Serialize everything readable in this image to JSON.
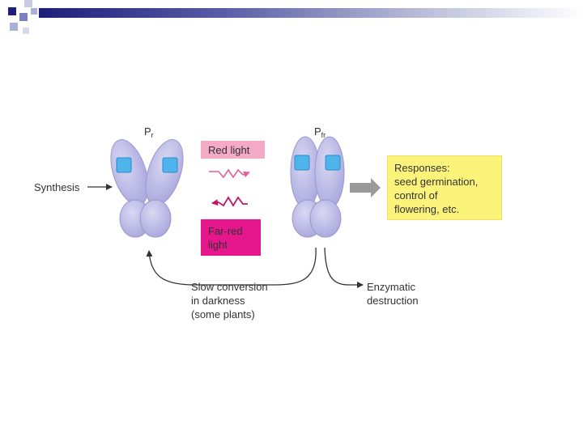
{
  "slide": {
    "labels": {
      "pr_base": "P",
      "pr_sub": "r",
      "pfr_base": "P",
      "pfr_sub": "fr",
      "red_light": "Red light",
      "far_red_light": "Far-red\nlight",
      "synthesis": "Synthesis",
      "responses": "Responses:\nseed germination,\ncontrol of\nflowering, etc.",
      "slow_conversion": "Slow conversion\nin darkness\n(some plants)",
      "enzymatic_destruction": "Enzymatic\ndestruction"
    },
    "colors": {
      "header_navy": "#1b1f7a",
      "protein_lavender": "#b9b8e6",
      "chromophore_blue": "#4fb3ec",
      "red_light_box": "#f4a9c4",
      "far_red_box": "#e6168c",
      "response_box": "#fbf37a",
      "arrow_gray": "#9a9a9a"
    },
    "icons": [
      "phytochrome-pr-icon",
      "phytochrome-pfr-icon",
      "red-light-wave-arrow",
      "far-red-light-wave-arrow"
    ]
  }
}
